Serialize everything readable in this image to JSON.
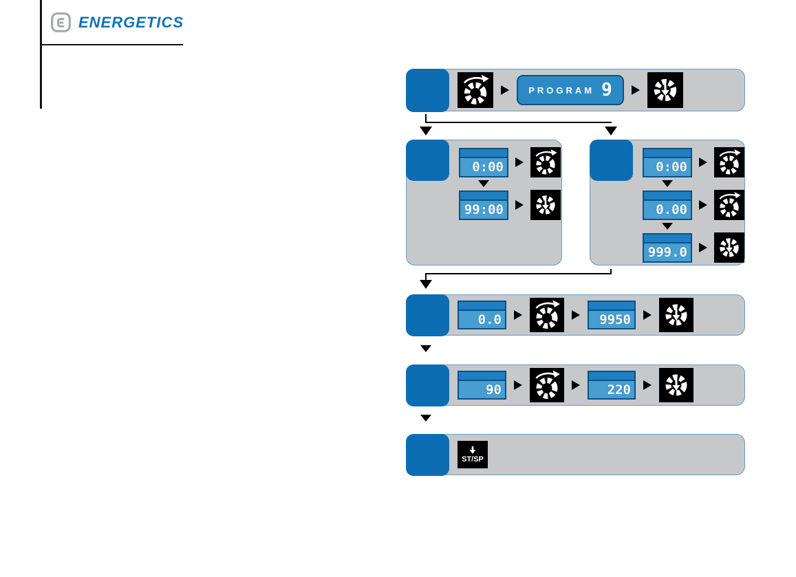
{
  "brand": {
    "name": "ENERGETICS"
  },
  "colors": {
    "accent_blue": "#0d6db3",
    "logo_blue": "#1072b5",
    "panel_gray": "#c7c8ca",
    "panel_border": "#6a9cc0",
    "lcd_border": "#0a5186",
    "lcd_band": "#1f7fc1",
    "lcd_body": "#469ed2",
    "program_lcd_fill": "#2b8ac6",
    "icon_bg": "#000000",
    "icon_fg": "#ffffff"
  },
  "icons": {
    "rotate_knob": "rotate-knob-icon",
    "press_knob": "press-knob-icon",
    "down_arrow": "down-arrow-icon",
    "right_arrow": "right-arrow-icon",
    "logo_mark": "energetics-logo-icon"
  },
  "flow": {
    "step1": {
      "lcd_label": "PROGRAM",
      "lcd_value": "9"
    },
    "branch_left": {
      "rows": [
        {
          "value": "0:00"
        },
        {
          "value": "99:00"
        }
      ]
    },
    "branch_right": {
      "rows": [
        {
          "value": "0:00"
        },
        {
          "value": "0.00"
        },
        {
          "value": "999.0"
        }
      ]
    },
    "step3": {
      "value_left": "0.0",
      "value_right": "9950"
    },
    "step4": {
      "value_left": "90",
      "value_right": "220"
    },
    "step5": {
      "button_label": "ST/SP"
    }
  }
}
